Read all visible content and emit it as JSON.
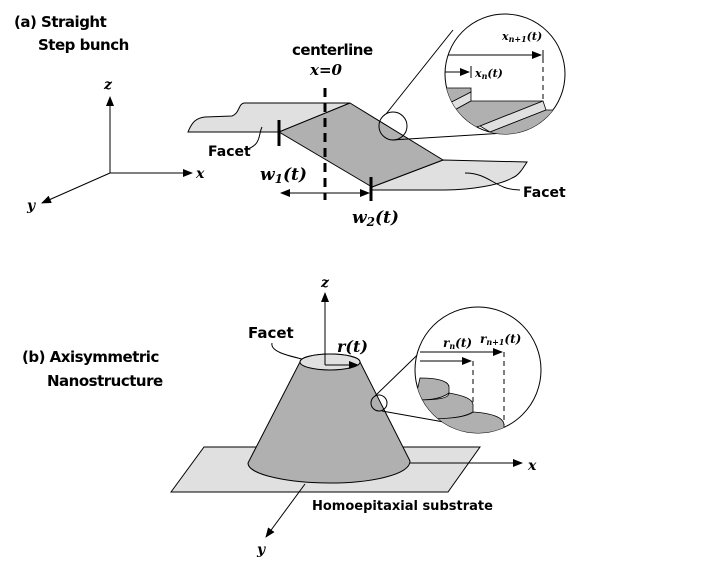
{
  "panel_a": {
    "title_line1": "(a) Straight",
    "title_line2": "Step bunch",
    "axes": {
      "x": "x",
      "y": "y",
      "z": "z"
    },
    "centerline_label": "centerline",
    "centerline_eq": "x=0",
    "facet_left": "Facet",
    "facet_right": "Facet",
    "w1": "w",
    "w1_sub": "1",
    "w1_tail": "(t)",
    "w2": "w",
    "w2_sub": "2",
    "w2_tail": "(t)",
    "inset": {
      "xn": "x",
      "xn_sub": "n",
      "xn_tail": "(t)",
      "xn1": "x",
      "xn1_sub": "n+1",
      "xn1_tail": "(t)"
    }
  },
  "panel_b": {
    "title_line1": "(b) Axisymmetric",
    "title_line2": "Nanostructure",
    "axes": {
      "x": "x",
      "y": "y",
      "z": "z"
    },
    "facet_label": "Facet",
    "r_label": "r(t)",
    "substrate_label": "Homoepitaxial substrate",
    "inset": {
      "rn": "r",
      "rn_sub": "n",
      "rn_tail": "(t)",
      "rn1": "r",
      "rn1_sub": "n+1",
      "rn1_tail": "(t)"
    }
  },
  "colors": {
    "facet_light": "#e0e0e0",
    "bunch_dark": "#b0b0b0",
    "stroke": "#000000"
  }
}
